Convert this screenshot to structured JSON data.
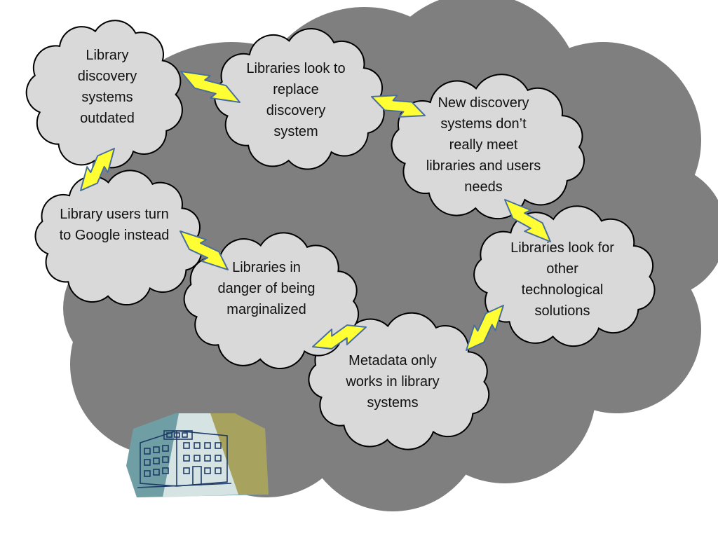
{
  "diagram": {
    "nodes": [
      {
        "id": "n1",
        "text": "Library discovery systems outdated"
      },
      {
        "id": "n2",
        "text": "Libraries look to replace discovery system"
      },
      {
        "id": "n3",
        "text": "New discovery systems don’t really meet libraries and users needs"
      },
      {
        "id": "n4",
        "text": "Libraries look for other technological solutions"
      },
      {
        "id": "n5",
        "text": "Metadata only works in library systems"
      },
      {
        "id": "n6",
        "text": "Libraries in danger of being marginalized"
      },
      {
        "id": "n7",
        "text": "Library users turn to Google instead"
      }
    ],
    "edges": [
      {
        "from": "n1",
        "to": "n2"
      },
      {
        "from": "n2",
        "to": "n3"
      },
      {
        "from": "n3",
        "to": "n4"
      },
      {
        "from": "n4",
        "to": "n5"
      },
      {
        "from": "n5",
        "to": "n6"
      },
      {
        "from": "n7",
        "to": "n6"
      },
      {
        "from": "n1",
        "to": "n7"
      }
    ]
  },
  "colors": {
    "background": "#ffffff",
    "big_cloud": "#7f7f7f",
    "small_cloud": "#d9d9d9",
    "cloud_outline": "#000000",
    "bolt_fill": "#ffff33",
    "bolt_stroke": "#4a6f9c",
    "building_teal": "#6f9ea4",
    "building_khaki": "#a7a35f",
    "building_light": "#d6e3e3",
    "building_lines": "#1e3a66"
  },
  "icons": [
    "cloud-shape",
    "lightning-bolt-icon",
    "library-building-icon"
  ]
}
